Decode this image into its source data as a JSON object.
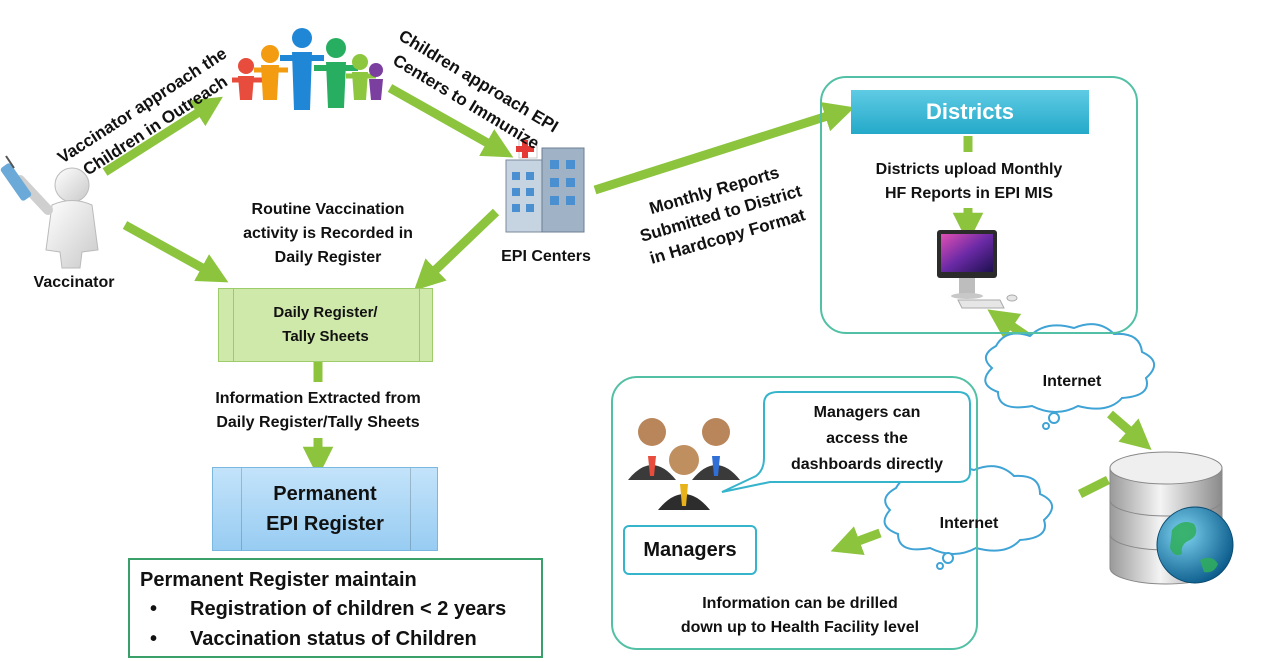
{
  "labels": {
    "vaccinator": "Vaccinator",
    "vaccinator_outreach": [
      "Vaccinator approach the",
      "Children in Outreach"
    ],
    "children_approach": [
      "Children approach EPI",
      "Centers to Immunize"
    ],
    "epi_centers": "EPI Centers",
    "routine": [
      "Routine Vaccination",
      "activity is Recorded in",
      "Daily Register"
    ],
    "daily_register": [
      "Daily Register/",
      "Tally Sheets"
    ],
    "info_extracted": [
      "Information Extracted from",
      "Daily Register/Tally Sheets"
    ],
    "permanent_register": [
      "Permanent",
      "EPI Register"
    ],
    "monthly_reports": [
      "Monthly Reports",
      "Submitted to District",
      "in Hardcopy Format"
    ],
    "districts": "Districts",
    "districts_upload": [
      "Districts upload Monthly",
      "HF Reports in EPI MIS"
    ],
    "internet_top": "Internet",
    "internet_bottom": "Internet",
    "managers_callout": [
      "Managers can",
      "access the",
      "dashboards directly"
    ],
    "managers": "Managers",
    "drilled_down": [
      "Information can be drilled",
      "down up to Health Facility level"
    ]
  },
  "permanent_box": {
    "title": "Permanent Register maintain",
    "bullets": [
      "Registration of children < 2 years",
      "Vaccination status of Children"
    ]
  },
  "icons": [
    "vaccinator-figure-icon",
    "children-group-icon",
    "hospital-building-icon",
    "desktop-computer-icon",
    "managers-group-icon",
    "database-globe-icon"
  ],
  "colors": {
    "arrow_green": "#8cc43d",
    "frame_teal": "#52c0a4",
    "daily_register_fill": "#cfe9aa",
    "permanent_fill": "#a9d6f5",
    "districts_fill": "#30b8d6",
    "callout_border": "#36b4cc"
  }
}
